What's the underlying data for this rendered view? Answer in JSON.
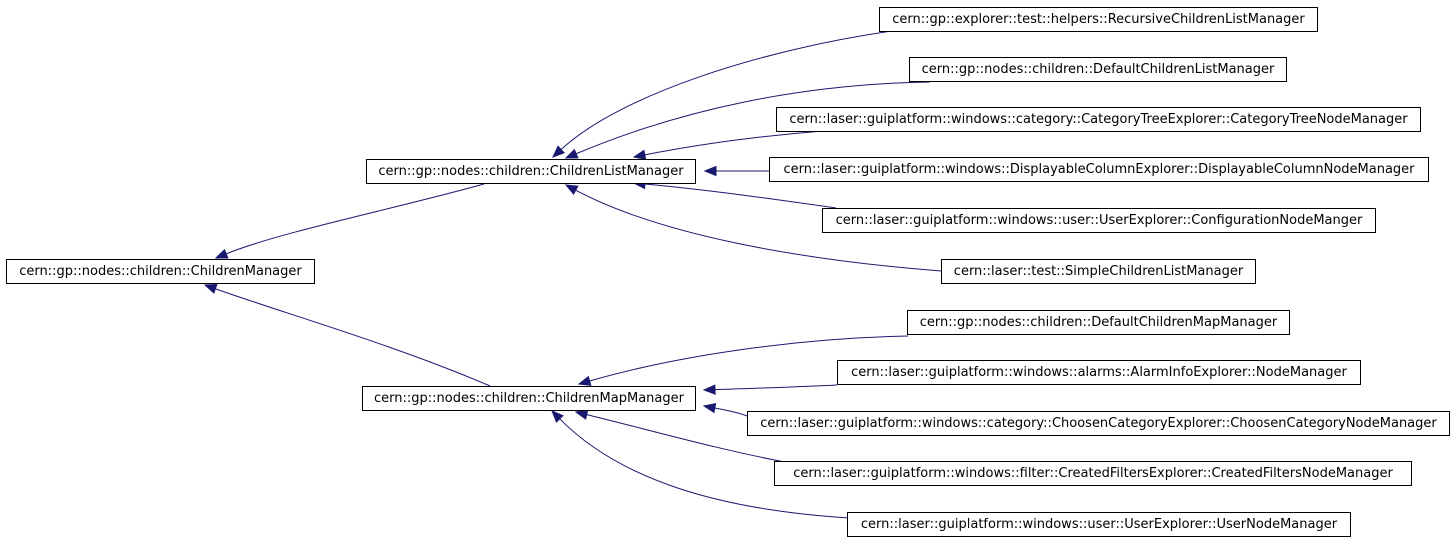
{
  "diagram": {
    "edge_color": "#191970",
    "nodes": {
      "children_manager": "cern::gp::nodes::children::ChildrenManager",
      "children_list_manager": "cern::gp::nodes::children::ChildrenListManager",
      "children_map_manager": "cern::gp::nodes::children::ChildrenMapManager",
      "recursive_children_list_manager": "cern::gp::explorer::test::helpers::RecursiveChildrenListManager",
      "default_children_list_manager": "cern::gp::nodes::children::DefaultChildrenListManager",
      "category_tree_node_manager": "cern::laser::guiplatform::windows::category::CategoryTreeExplorer::CategoryTreeNodeManager",
      "displayable_column_node_manager": "cern::laser::guiplatform::windows::DisplayableColumnExplorer::DisplayableColumnNodeManager",
      "configuration_node_manger": "cern::laser::guiplatform::windows::user::UserExplorer::ConfigurationNodeManger",
      "simple_children_list_manager": "cern::laser::test::SimpleChildrenListManager",
      "default_children_map_manager": "cern::gp::nodes::children::DefaultChildrenMapManager",
      "alarm_info_node_manager": "cern::laser::guiplatform::windows::alarms::AlarmInfoExplorer::NodeManager",
      "choosen_category_node_manager": "cern::laser::guiplatform::windows::category::ChoosenCategoryExplorer::ChoosenCategoryNodeManager",
      "created_filters_node_manager": "cern::laser::guiplatform::windows::filter::CreatedFiltersExplorer::CreatedFiltersNodeManager",
      "user_node_manager": "cern::laser::guiplatform::windows::user::UserExplorer::UserNodeManager"
    },
    "edges": [
      {
        "from": "children_list_manager",
        "to": "children_manager"
      },
      {
        "from": "children_map_manager",
        "to": "children_manager"
      },
      {
        "from": "recursive_children_list_manager",
        "to": "children_list_manager"
      },
      {
        "from": "default_children_list_manager",
        "to": "children_list_manager"
      },
      {
        "from": "category_tree_node_manager",
        "to": "children_list_manager"
      },
      {
        "from": "displayable_column_node_manager",
        "to": "children_list_manager"
      },
      {
        "from": "configuration_node_manger",
        "to": "children_list_manager"
      },
      {
        "from": "simple_children_list_manager",
        "to": "children_list_manager"
      },
      {
        "from": "default_children_map_manager",
        "to": "children_map_manager"
      },
      {
        "from": "alarm_info_node_manager",
        "to": "children_map_manager"
      },
      {
        "from": "choosen_category_node_manager",
        "to": "children_map_manager"
      },
      {
        "from": "created_filters_node_manager",
        "to": "children_map_manager"
      },
      {
        "from": "user_node_manager",
        "to": "children_map_manager"
      }
    ]
  }
}
